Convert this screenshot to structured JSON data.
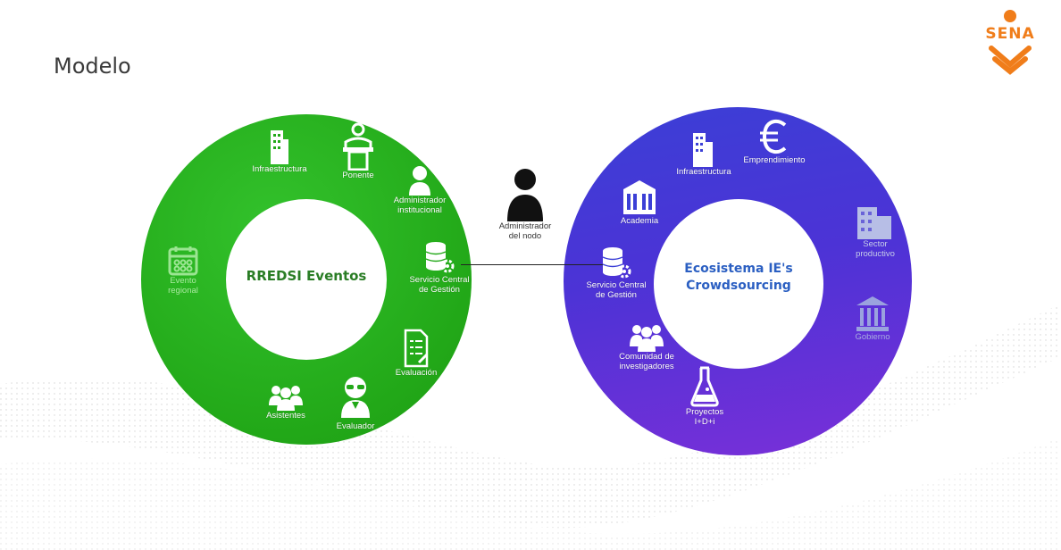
{
  "slide": {
    "title": "Modelo"
  },
  "logo": {
    "text": "SENA",
    "color": "#f07d1a"
  },
  "colors": {
    "green": "#22a818",
    "blue": "#3b3fd6",
    "purple": "#7a2fd8"
  },
  "green_ring": {
    "center": "RREDSI Eventos",
    "nodes": {
      "infraestructura": "Infraestructura",
      "ponente": "Ponente",
      "admin_1": "Administrador",
      "admin_2": "institucional",
      "evento_1": "Evento",
      "evento_2": "regional",
      "servicio_1": "Servicio Central",
      "servicio_2": "de Gestión",
      "evaluacion": "Evaluación",
      "asistentes": "Asistentes",
      "evaluador": "Evaluador"
    }
  },
  "middle": {
    "admin_1": "Administrador",
    "admin_2": "del nodo"
  },
  "blue_ring": {
    "center_1": "Ecosistema IE's",
    "center_2": "Crowdsourcing",
    "nodes": {
      "infraestructura": "Infraestructura",
      "emprendimiento": "Emprendimiento",
      "academia": "Academia",
      "sector_1": "Sector",
      "sector_2": "productivo",
      "servicio_1": "Servicio Central",
      "servicio_2": "de Gestión",
      "gobierno": "Gobierno",
      "comunidad_1": "Comunidad de",
      "comunidad_2": "investigadores",
      "proyectos_1": "Proyectos",
      "proyectos_2": "I+D+i"
    }
  }
}
